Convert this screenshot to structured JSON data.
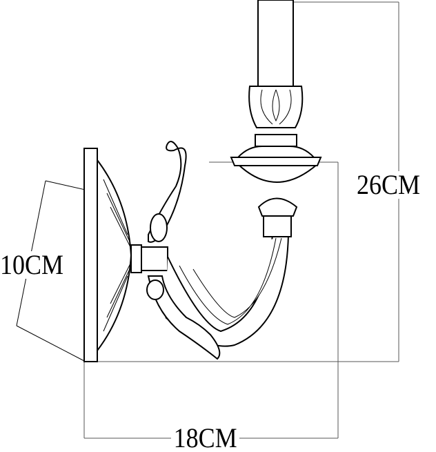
{
  "dimensions": {
    "height": "26CM",
    "depth": "10CM",
    "width": "18CM"
  },
  "colors": {
    "line": "#000000",
    "dim_line": "#444444",
    "background": "#ffffff"
  }
}
